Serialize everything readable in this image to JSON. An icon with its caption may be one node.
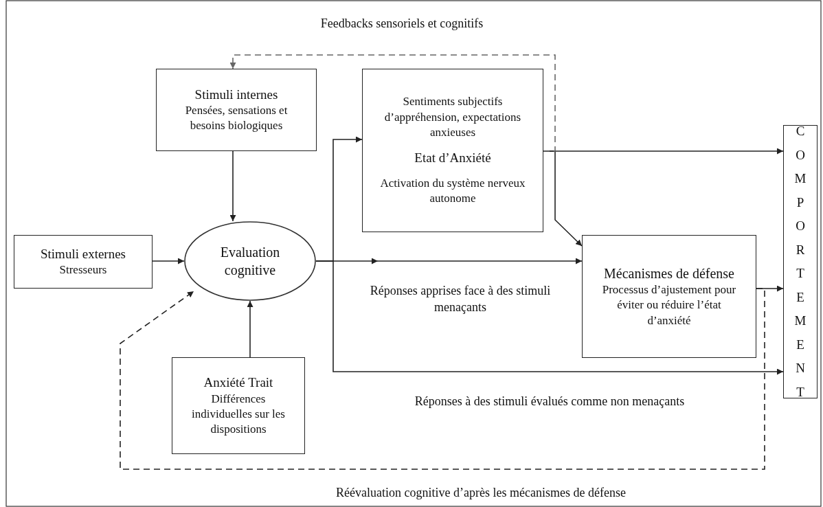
{
  "diagram": {
    "nodes": [
      {
        "text": [
          "Stimuli internes",
          "Pensées, sensations et besoins biologiques"
        ]
      },
      {
        "text": [
          "Sentiments subjectifs d’appréhension, expectations anxieuses",
          "Etat d’Anxiété",
          "Activation du système nerveux autonome"
        ]
      },
      {
        "text": [
          "Stimuli externes",
          "Stresseurs"
        ]
      },
      {
        "text": [
          "Evaluation cognitive"
        ]
      },
      {
        "text": [
          "Mécanismes de défense",
          "Processus d’ajustement pour éviter ou réduire l’état d’anxiété"
        ]
      },
      {
        "text": [
          "COMPORTEMENT"
        ]
      },
      {
        "text": [
          "Anxiété Trait",
          "Différences individuelles sur les dispositions"
        ]
      }
    ],
    "edges": [
      {
        "from": 0,
        "to": 3,
        "arrow": "to"
      },
      {
        "from": 2,
        "to": 3,
        "arrow": "to"
      },
      {
        "from": 6,
        "to": 3,
        "arrow": "to"
      },
      {
        "from": 3,
        "to": 1,
        "arrow": "to"
      },
      {
        "from": 3,
        "to": 4,
        "arrow": "to",
        "label": "Réponses apprises face à des stimuli menaçants"
      },
      {
        "from": 3,
        "to": 5,
        "arrow": "to",
        "label": "Réponses à des stimuli évalués comme non menaçants"
      },
      {
        "from": 1,
        "to": 5,
        "arrow": "to"
      },
      {
        "from": 1,
        "to": 4,
        "arrow": "to"
      },
      {
        "from": 4,
        "to": 5,
        "arrow": "to"
      },
      {
        "from": 1,
        "to": 0,
        "arrow": "to",
        "style": "dashed",
        "color": "#666666",
        "label": "Feedbacks sensoriels et cognitifs"
      },
      {
        "from": 4,
        "to": 3,
        "arrow": "to",
        "style": "dashed",
        "label": "Réévaluation cognitive d’après les mécanismes de défense"
      }
    ]
  }
}
